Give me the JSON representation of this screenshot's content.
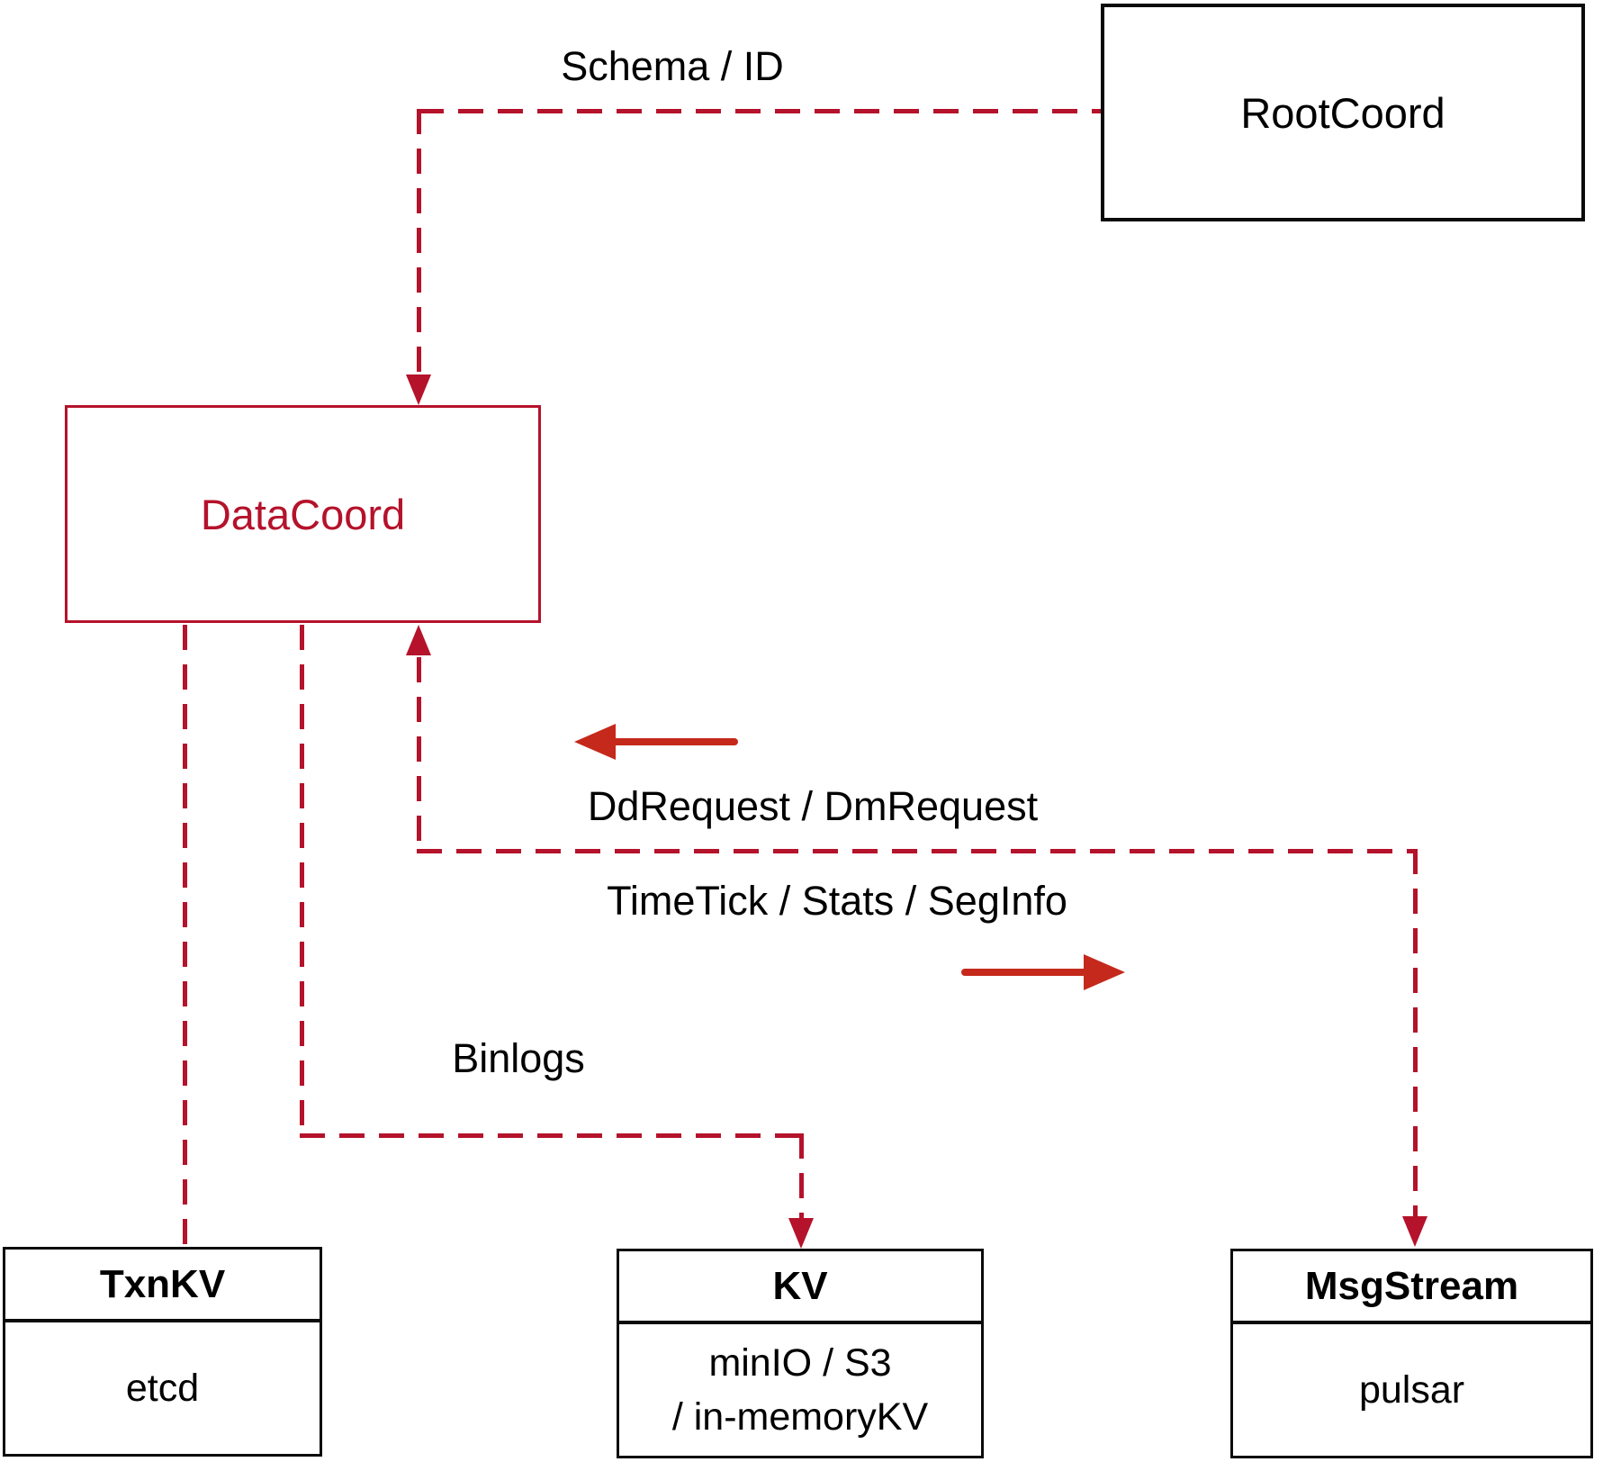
{
  "colors": {
    "crimson": "#b5122b",
    "vermillion": "#c5291b",
    "box_border_black": "#0b0b0b"
  },
  "nodes": {
    "rootcoord": {
      "label": "RootCoord"
    },
    "datacoord": {
      "label": "DataCoord"
    },
    "txnkv": {
      "header": "TxnKV",
      "body": "etcd"
    },
    "kv": {
      "header": "KV",
      "body_line1": "minIO / S3",
      "body_line2": "/ in-memoryKV"
    },
    "msgstream": {
      "header": "MsgStream",
      "body": "pulsar"
    }
  },
  "edges": {
    "schema_id": {
      "label": "Schema / ID"
    },
    "dd_dm": {
      "label": "DdRequest / DmRequest"
    },
    "timetick": {
      "label": "TimeTick / Stats / SegInfo"
    },
    "binlogs": {
      "label": "Binlogs"
    }
  }
}
